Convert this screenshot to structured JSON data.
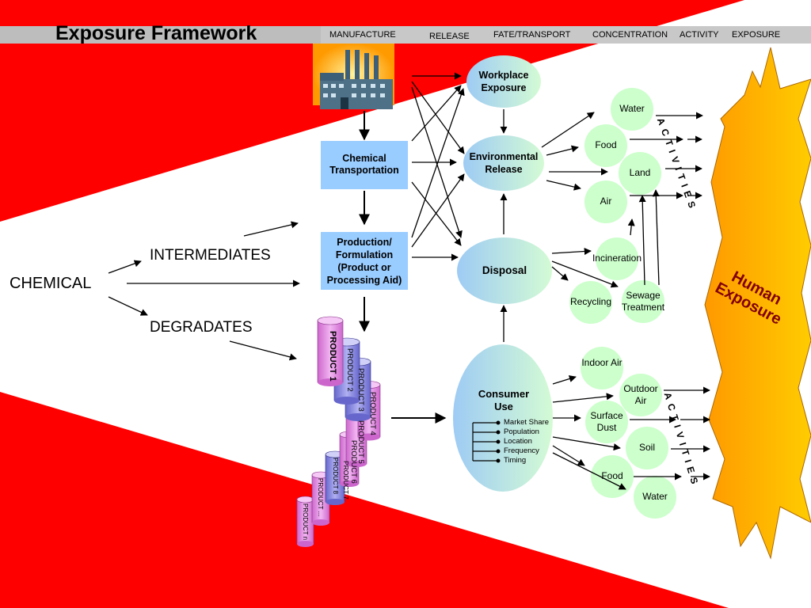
{
  "title": "Exposure Framework",
  "headers": [
    "MANUFACTURE",
    "RELEASE",
    "FATE/TRANSPORT",
    "CONCENTRATION",
    "ACTIVITY",
    "EXPOSURE"
  ],
  "left": {
    "chemical": "CHEMICAL",
    "intermediates": "INTERMEDIATES",
    "degradates": "DEGRADATES"
  },
  "boxes": {
    "transport": "Chemical Transportation",
    "production": "Production/ Formulation (Product or Processing Aid)"
  },
  "ovals": {
    "workplace": "Workplace Exposure",
    "environmental": "Environmental Release",
    "disposal": "Disposal",
    "consumer": "Consumer Use"
  },
  "consumer_list": [
    "Market Share",
    "Population",
    "Location",
    "Frequency",
    "Timing"
  ],
  "circles_env": [
    "Water",
    "Food",
    "Land",
    "Air"
  ],
  "circles_disposal": [
    "Incineration",
    "Recycling",
    "Sewage Treatment"
  ],
  "circles_consumer": [
    "Indoor Air",
    "Outdoor Air",
    "Surface Dust",
    "Soil",
    "Food",
    "Water"
  ],
  "activities": "ACTIVITIES",
  "human": "Human Exposure",
  "products": [
    "PRODUCT 1",
    "PRODUCT 2",
    "PRODUCT 3",
    "PRODUCT 4",
    "PRODUCT 5",
    "PRODUCT 6",
    "PRODUCT 7",
    "PRODUCT 8",
    "PRODUCT ...",
    "PRODUCT n"
  ],
  "colors": {
    "red": "#ff0000",
    "box": "#99ccff",
    "green": "#ccffcc",
    "orange": "#ff9900",
    "yellow": "#ffcc00"
  }
}
